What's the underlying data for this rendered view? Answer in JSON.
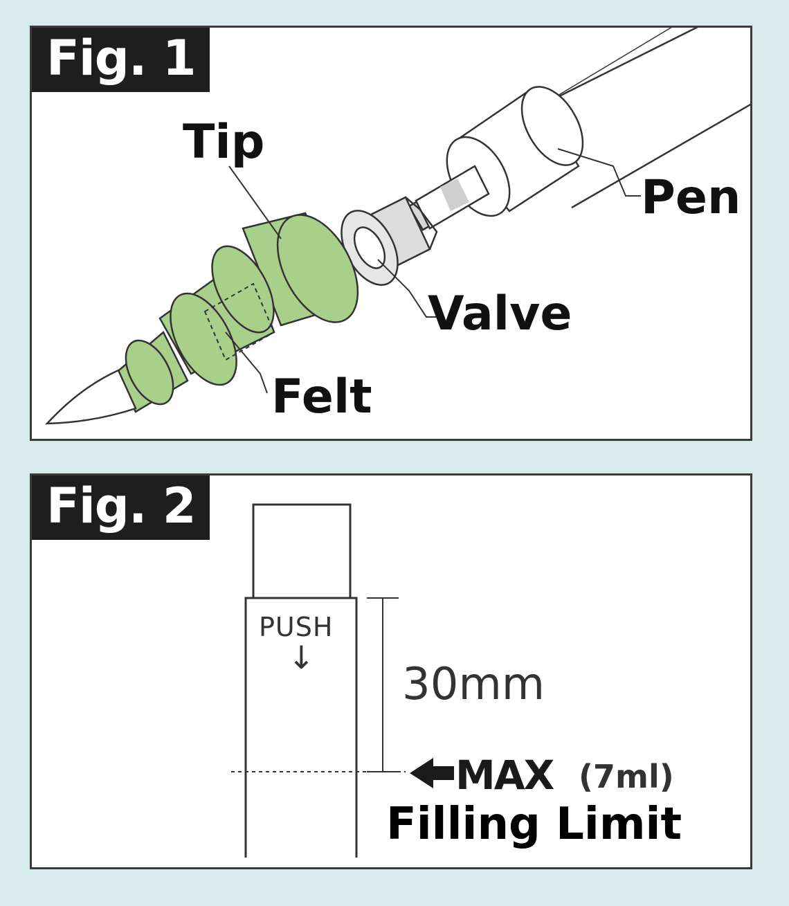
{
  "fig1": {
    "label": "Fig. 1",
    "parts": {
      "tip": "Tip",
      "pen": "Pen",
      "valve": "Valve",
      "felt": "Felt"
    },
    "colors": {
      "tip_fill": "#a8d08a",
      "valve_fill": "#dcdcdc",
      "outline": "#333333"
    }
  },
  "fig2": {
    "label": "Fig. 2",
    "push_text": "PUSH",
    "push_arrow": "↓",
    "dimension": "30mm",
    "max_text": "MAX",
    "max_volume": "(7ml)",
    "filling_limit": "Filling Limit"
  },
  "colors": {
    "background": "#d7eaec",
    "label_bg": "#1e1e1e"
  }
}
